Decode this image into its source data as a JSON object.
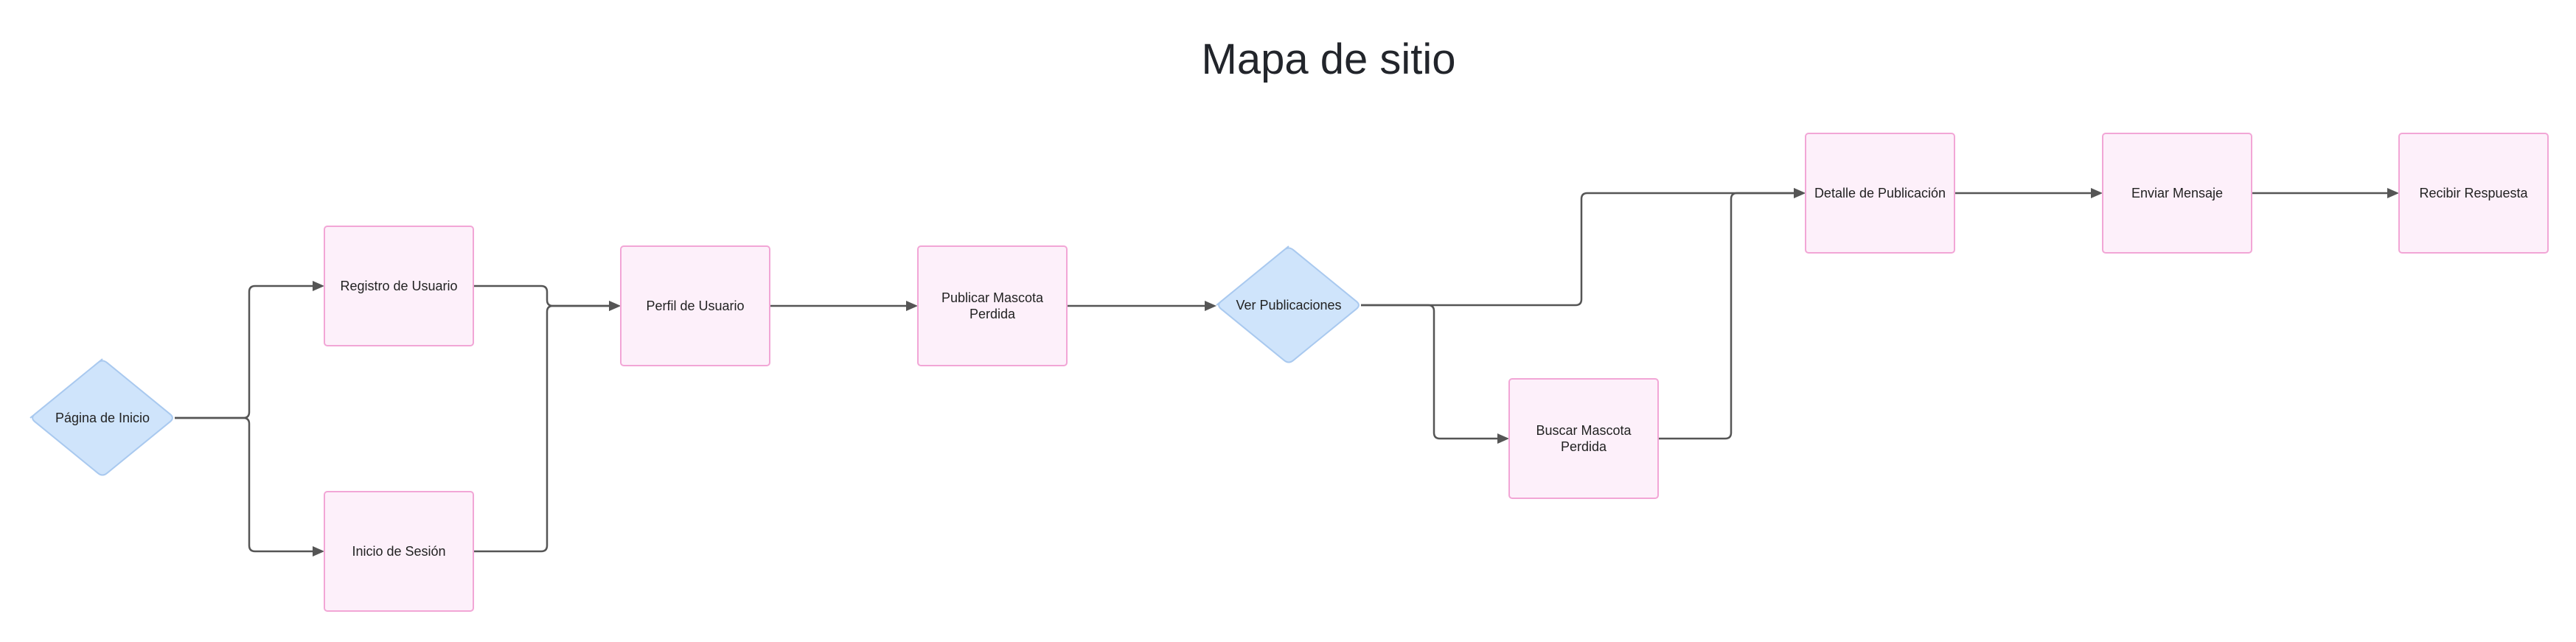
{
  "title": "Mapa de sitio",
  "colors": {
    "process_fill": "#fdf0fa",
    "process_stroke": "#f2a6d6",
    "decision_fill": "#cfe4fb",
    "decision_stroke": "#a9c9ef",
    "connector": "#555555",
    "text": "#222222"
  },
  "nodes": [
    {
      "id": "inicio",
      "shape": "diamond",
      "lines": [
        "Página de Inicio"
      ]
    },
    {
      "id": "registro",
      "shape": "rect",
      "lines": [
        "Registro de Usuario"
      ]
    },
    {
      "id": "sesion",
      "shape": "rect",
      "lines": [
        "Inicio de Sesión"
      ]
    },
    {
      "id": "perfil",
      "shape": "rect",
      "lines": [
        "Perfil de Usuario"
      ]
    },
    {
      "id": "publicar",
      "shape": "rect",
      "lines": [
        "Publicar Mascota",
        "Perdida"
      ]
    },
    {
      "id": "ver",
      "shape": "diamond",
      "lines": [
        "Ver Publicaciones"
      ]
    },
    {
      "id": "buscar",
      "shape": "rect",
      "lines": [
        "Buscar Mascota",
        "Perdida"
      ]
    },
    {
      "id": "detalle",
      "shape": "rect",
      "lines": [
        "Detalle de Publicación"
      ]
    },
    {
      "id": "enviar",
      "shape": "rect",
      "lines": [
        "Enviar Mensaje"
      ]
    },
    {
      "id": "recibir",
      "shape": "rect",
      "lines": [
        "Recibir Respuesta"
      ]
    }
  ],
  "edges": [
    {
      "from": "inicio",
      "to": "registro"
    },
    {
      "from": "inicio",
      "to": "sesion"
    },
    {
      "from": "registro",
      "to": "perfil"
    },
    {
      "from": "sesion",
      "to": "perfil"
    },
    {
      "from": "perfil",
      "to": "publicar"
    },
    {
      "from": "publicar",
      "to": "ver"
    },
    {
      "from": "ver",
      "to": "detalle"
    },
    {
      "from": "ver",
      "to": "buscar"
    },
    {
      "from": "buscar",
      "to": "detalle"
    },
    {
      "from": "detalle",
      "to": "enviar"
    },
    {
      "from": "enviar",
      "to": "recibir"
    }
  ]
}
